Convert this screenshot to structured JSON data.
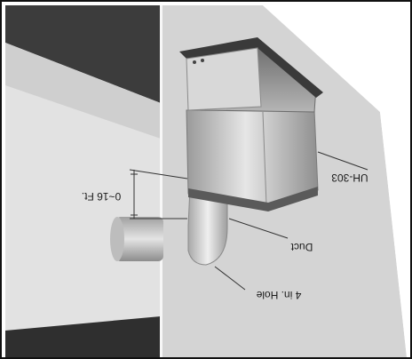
{
  "diagram": {
    "labels": {
      "distance": "0~16 Ft.",
      "model": "UH-303",
      "duct": "Duct",
      "hole": "4 in. Hole"
    },
    "colors": {
      "frame": "#111111",
      "dark_wall": "#3a3a3a",
      "wall_light": "#d9d9d9",
      "floor": "#e9e9e9",
      "right_wall": "#cfcfcf",
      "unit_body": "#bdbdbd",
      "duct": "#d4d4d4"
    },
    "orientation": "rotated-180"
  }
}
